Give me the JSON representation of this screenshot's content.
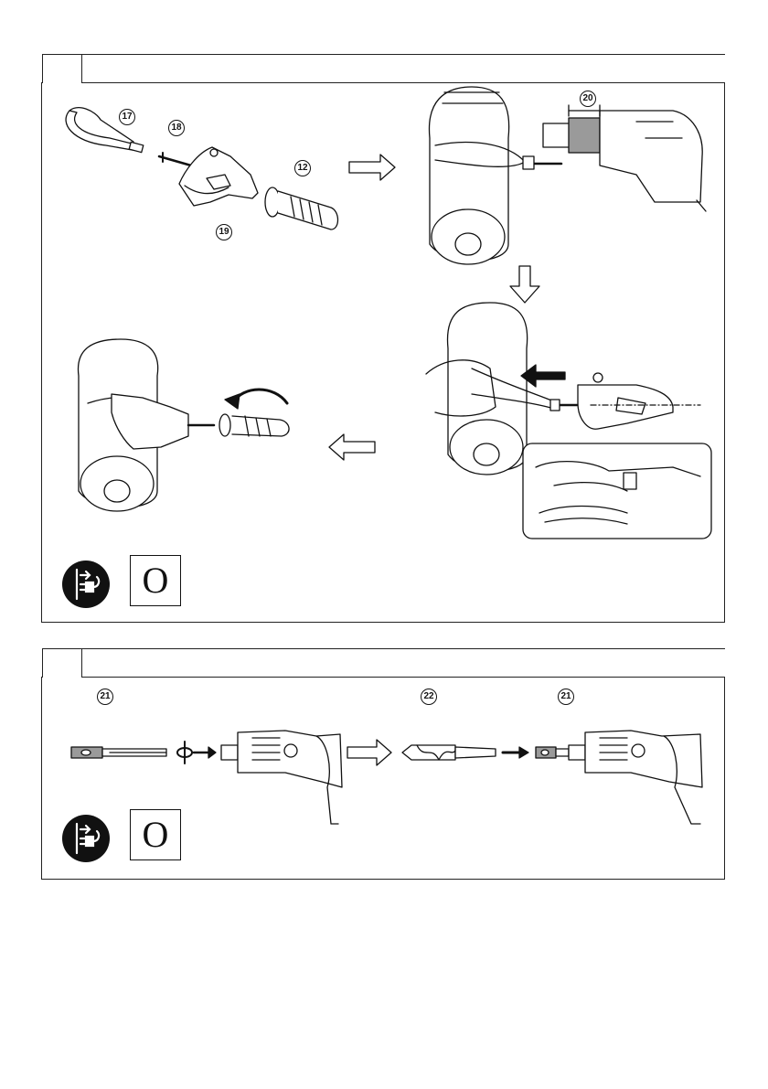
{
  "panel_top": {
    "callouts": {
      "strap": "17",
      "bolt": "18",
      "bracket": "19",
      "handle": "12",
      "collar_length": "20"
    },
    "symbols": {
      "unplug_icon": "unplug-icon",
      "o_mark": "O"
    }
  },
  "panel_bottom": {
    "callouts": {
      "adapter_left": "21",
      "drill_bit": "22",
      "adapter_right": "21"
    },
    "symbols": {
      "unplug_icon": "unplug-icon",
      "o_mark": "O"
    }
  },
  "colors": {
    "ink": "#111111",
    "fill": "#ffffff",
    "shade": "#9a9a9a"
  }
}
